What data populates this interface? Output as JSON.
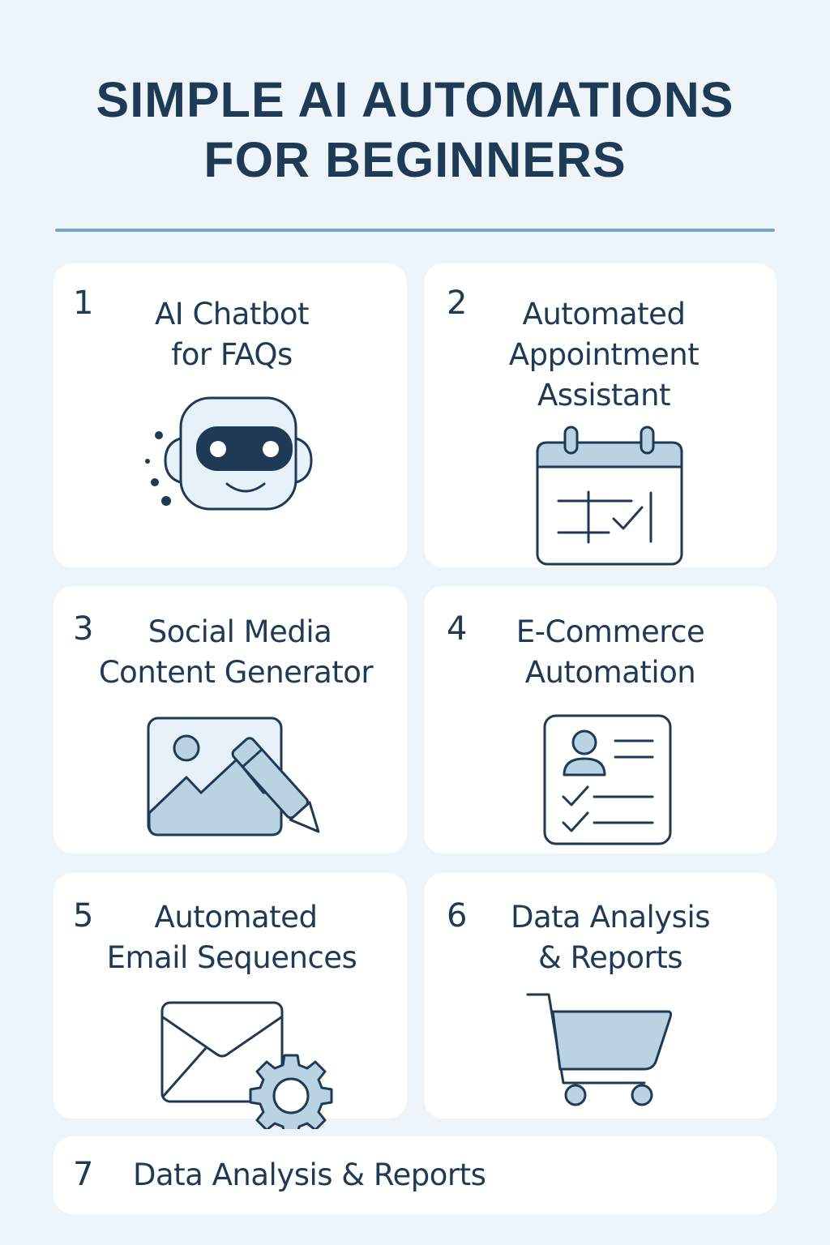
{
  "title": {
    "line1": "SIMPLE AI AUTOMATIONS",
    "line2": "FOR BEGINNERS"
  },
  "colors": {
    "background": "#eef5fa",
    "card": "#ffffff",
    "text": "#1e3a55",
    "divider": "#7ba3c2",
    "icon_fill_light": "#e6f1f9",
    "icon_fill_mid": "#b9d3e3",
    "icon_stroke": "#1e3a55"
  },
  "cards": [
    {
      "number": "1",
      "lines": [
        "AI Chatbot",
        "for FAQs"
      ],
      "icon": "robot-icon"
    },
    {
      "number": "2",
      "lines": [
        "Automated",
        "Appointment",
        "Assistant"
      ],
      "icon": "calendar-check-icon"
    },
    {
      "number": "3",
      "lines": [
        "Social Media",
        "Content Generator"
      ],
      "icon": "image-edit-icon"
    },
    {
      "number": "4",
      "lines": [
        "E-Commerce",
        "Automation"
      ],
      "icon": "profile-checklist-icon"
    },
    {
      "number": "5",
      "lines": [
        "Automated",
        "Email Sequences"
      ],
      "icon": "email-gear-icon"
    },
    {
      "number": "6",
      "lines": [
        "Data Analysis",
        "& Reports"
      ],
      "icon": "shopping-cart-icon"
    },
    {
      "number": "7",
      "lines": [
        "Data Analysis & Reports"
      ],
      "icon": null
    }
  ]
}
